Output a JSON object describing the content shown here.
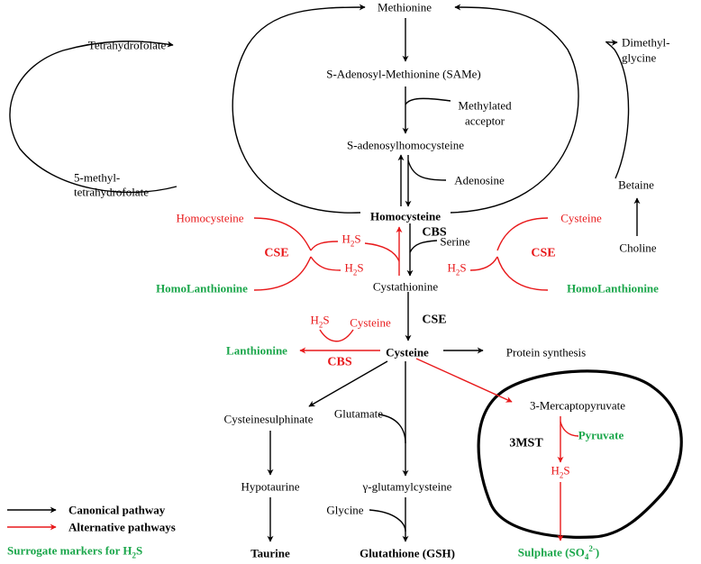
{
  "colors": {
    "canonical": "#000000",
    "alternative": "#e8191b",
    "surrogate": "#1aa64a"
  },
  "nodes": {
    "methionine": "Methionine",
    "same": "S-Adenosyl-Methionine (SAMe)",
    "methylated_1": "Methylated",
    "methylated_2": "acceptor",
    "sah": "S-adenosylhomocysteine",
    "adenosine": "Adenosine",
    "thf": "Tetrahydrofolate",
    "mthf_1": "5-methyl-",
    "mthf_2": "tetrahydrofolate",
    "dmg_1": "Dimethyl-",
    "dmg_2": "glycine",
    "betaine": "Betaine",
    "choline": "Choline",
    "homocysteine": "Homocysteine",
    "homocysteine_left": "Homocysteine",
    "cysteine_right": "Cysteine",
    "serine": "Serine",
    "cystathionine": "Cystathionine",
    "homolanthionine_left": "HomoLanthionine",
    "homolanthionine_right": "HomoLanthionine",
    "cysteine": "Cysteine",
    "cysteine_cbs": "Cysteine",
    "lanthionine": "Lanthionine",
    "protein_synthesis": "Protein synthesis",
    "mercaptopyruvate": "3-Mercaptopyruvate",
    "pyruvate": "Pyruvate",
    "cysteinesulphinate": "Cysteinesulphinate",
    "glutamate": "Glutamate",
    "hypotaurine": "Hypotaurine",
    "gamma_gc": "γ-glutamylcysteine",
    "glycine": "Glycine",
    "taurine": "Taurine",
    "gsh": "Glutathione (GSH)"
  },
  "h2s": {
    "base": "H",
    "sub": "2",
    "tail": "S"
  },
  "sulphate": {
    "pre": "Sulphate (SO",
    "sub": "4",
    "sup": "2-",
    "post": ")"
  },
  "enzymes": {
    "cse": "CSE",
    "cbs": "CBS",
    "mst": "3MST"
  },
  "legend": {
    "canonical": "Canonical pathway",
    "alternative": "Alternative pathways",
    "surrogate": "Surrogate markers for H"
  }
}
